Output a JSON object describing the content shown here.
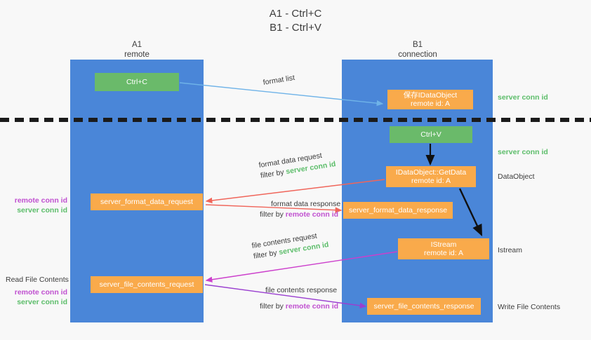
{
  "title": {
    "line1": "A1 - Ctrl+C",
    "line2": "B1 - Ctrl+V"
  },
  "lanes": [
    {
      "name": "A1",
      "subtitle": "remote",
      "color": "#4a86d8"
    },
    {
      "name": "B1",
      "subtitle": "connection",
      "color": "#4a86d8"
    }
  ],
  "colors": {
    "lane": "#4a86d8",
    "green_box": "#6aba6a",
    "orange_box": "#f9aa4b",
    "server_conn_id": "#5cbd6a",
    "remote_conn_id": "#c050d0",
    "arrow_blue": "#6fb3e8",
    "arrow_red": "#f0655a",
    "arrow_magenta": "#cc3fcc",
    "arrow_purple": "#9a3fd0",
    "arrow_black": "#101010",
    "background": "#f8f8f8"
  },
  "boxes": {
    "ctrl_c": {
      "line1": "Ctrl+C",
      "line2": "",
      "style": "green"
    },
    "save_idataobject": {
      "line1": "保存IDataObject",
      "line2": "remote id: A",
      "style": "orange"
    },
    "ctrl_v": {
      "line1": "Ctrl+V",
      "line2": "",
      "style": "green"
    },
    "getdata": {
      "line1": "IDataObject::GetData",
      "line2": "remote id: A",
      "style": "orange"
    },
    "istream": {
      "line1": "IStream",
      "line2": "remote id: A",
      "style": "orange"
    },
    "server_format_data_request": {
      "line1": "server_format_data_request",
      "line2": "",
      "style": "orange"
    },
    "server_format_data_response": {
      "line1": "server_format_data_response",
      "line2": "",
      "style": "orange"
    },
    "server_file_contents_request": {
      "line1": "server_file_contents_request",
      "line2": "",
      "style": "orange"
    },
    "server_file_contents_response": {
      "line1": "server_file_contents_response",
      "line2": "",
      "style": "orange"
    }
  },
  "edges": [
    {
      "id": "format_list",
      "line1": "format list",
      "filter_prefix": "",
      "filter_target": "",
      "filter_kind": ""
    },
    {
      "id": "format_data_request",
      "line1": "format data request",
      "filter_prefix": "filter by ",
      "filter_target": "server conn id",
      "filter_kind": "server"
    },
    {
      "id": "format_data_response",
      "line1": "format data response",
      "filter_prefix": "filter by ",
      "filter_target": "remote conn id",
      "filter_kind": "remote"
    },
    {
      "id": "file_contents_request",
      "line1": "file contents request",
      "filter_prefix": "filter by ",
      "filter_target": "server conn id",
      "filter_kind": "server"
    },
    {
      "id": "file_contents_response",
      "line1": "file contents response",
      "filter_prefix": "filter by ",
      "filter_target": "remote conn id",
      "filter_kind": "remote"
    }
  ],
  "annotations": {
    "server_conn_id_top": "server conn id",
    "server_conn_id_mid": "server conn id",
    "dataobject": "DataObject",
    "istream": "Istream",
    "write_file_contents": "Write File Contents",
    "read_file_contents": "Read File Contents",
    "left_remote_conn_id_1": "remote conn id",
    "left_server_conn_id_1": "server conn id",
    "left_remote_conn_id_2": "remote conn id",
    "left_server_conn_id_2": "server conn id"
  }
}
